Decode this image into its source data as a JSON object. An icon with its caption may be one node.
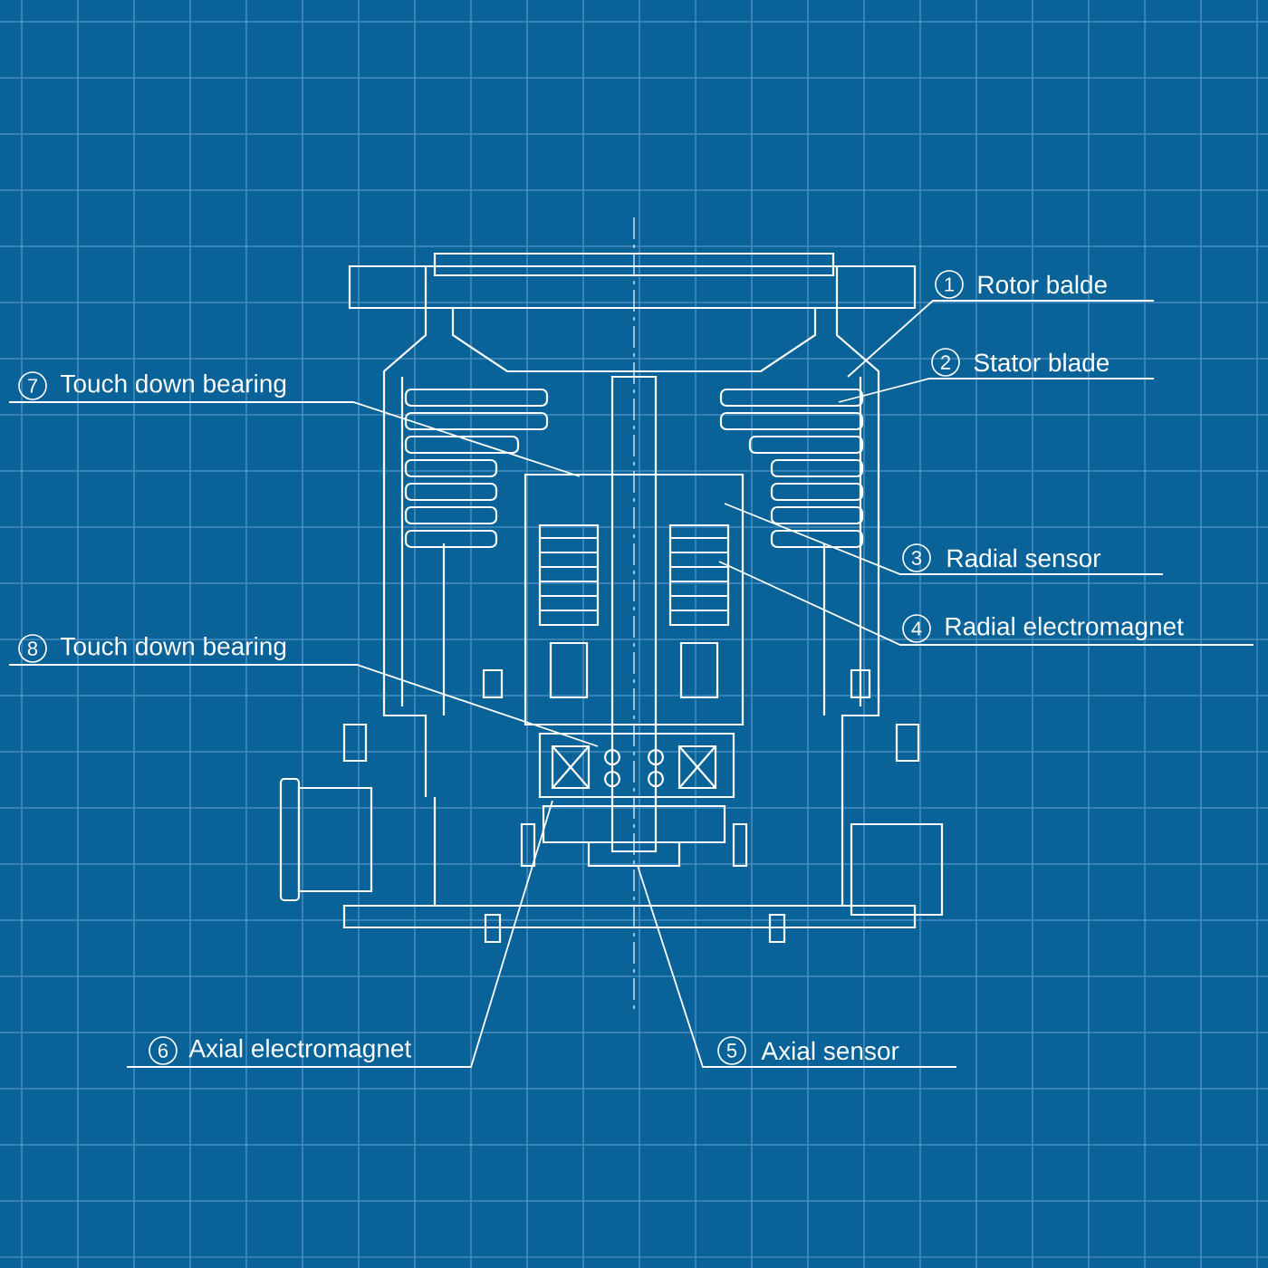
{
  "diagram": {
    "nodes": [
      {
        "text": [
          "1",
          "Rotor balde"
        ]
      },
      {
        "text": [
          "2",
          "Stator blade"
        ]
      },
      {
        "text": [
          "7",
          "Touch down bearing"
        ]
      },
      {
        "text": [
          "3",
          "Radial sensor"
        ]
      },
      {
        "text": [
          "4",
          "Radial electromagnet"
        ]
      },
      {
        "text": [
          "8",
          "Touch down bearing"
        ]
      },
      {
        "text": [
          "6",
          "Axial electromagnet"
        ]
      },
      {
        "text": [
          "5",
          "Axial sensor"
        ]
      }
    ],
    "edges": [
      {
        "from": 0,
        "to": null,
        "arrow": "none"
      },
      {
        "from": 1,
        "to": null,
        "arrow": "none"
      },
      {
        "from": 2,
        "to": null,
        "arrow": "none"
      },
      {
        "from": 3,
        "to": null,
        "arrow": "none"
      },
      {
        "from": 4,
        "to": null,
        "arrow": "none"
      },
      {
        "from": 5,
        "to": null,
        "arrow": "none"
      },
      {
        "from": 6,
        "to": null,
        "arrow": "none"
      },
      {
        "from": 7,
        "to": null,
        "arrow": "none"
      }
    ]
  }
}
